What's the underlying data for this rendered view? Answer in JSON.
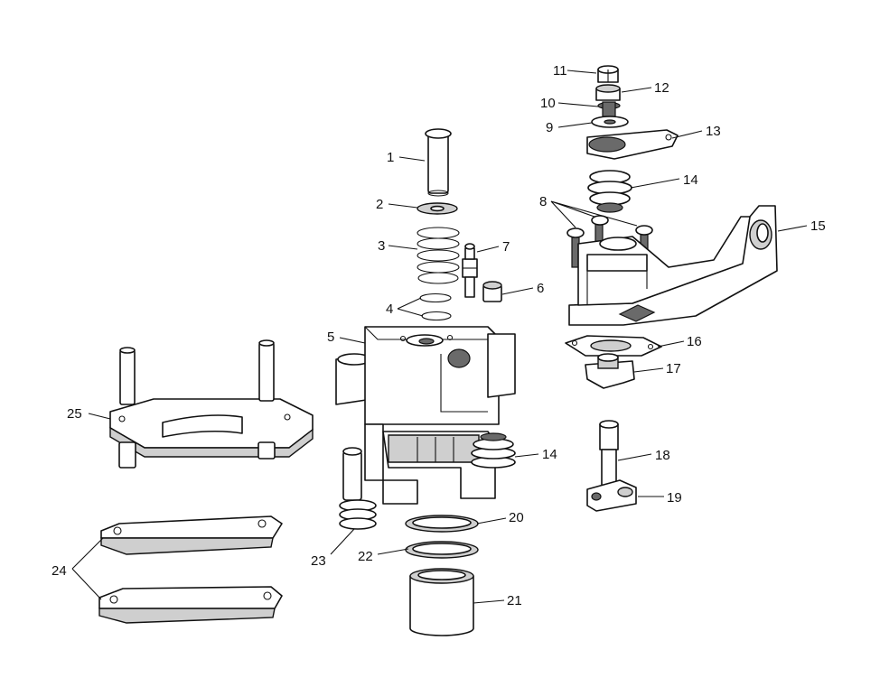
{
  "callouts": [
    {
      "id": "1",
      "label": "1"
    },
    {
      "id": "2",
      "label": "2"
    },
    {
      "id": "3",
      "label": "3"
    },
    {
      "id": "4",
      "label": "4"
    },
    {
      "id": "5",
      "label": "5"
    },
    {
      "id": "6",
      "label": "6"
    },
    {
      "id": "7",
      "label": "7"
    },
    {
      "id": "8",
      "label": "8"
    },
    {
      "id": "9",
      "label": "9"
    },
    {
      "id": "10",
      "label": "10"
    },
    {
      "id": "11",
      "label": "11"
    },
    {
      "id": "12",
      "label": "12"
    },
    {
      "id": "13",
      "label": "13"
    },
    {
      "id": "14a",
      "label": "14"
    },
    {
      "id": "14b",
      "label": "14"
    },
    {
      "id": "15",
      "label": "15"
    },
    {
      "id": "16",
      "label": "16"
    },
    {
      "id": "17",
      "label": "17"
    },
    {
      "id": "18",
      "label": "18"
    },
    {
      "id": "19",
      "label": "19"
    },
    {
      "id": "20",
      "label": "20"
    },
    {
      "id": "21",
      "label": "21"
    },
    {
      "id": "22",
      "label": "22"
    },
    {
      "id": "23",
      "label": "23"
    },
    {
      "id": "24",
      "label": "24"
    },
    {
      "id": "25",
      "label": "25"
    }
  ]
}
